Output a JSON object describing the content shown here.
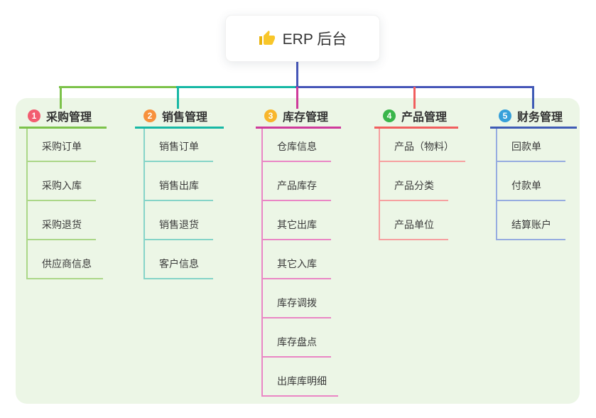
{
  "title": {
    "icon": "thumbs-up",
    "text": "ERP 后台"
  },
  "root_connector_color": "#4656b8",
  "bus_segment_colors": [
    "#7cc24a",
    "#17b8a5",
    "#4656b8"
  ],
  "branches": [
    {
      "badge": "1",
      "label": "采购管理",
      "badge_color": "#f25c70",
      "line_color": "#7cc24a",
      "child_line_color": "#abd788",
      "children": [
        "采购订单",
        "采购入库",
        "采购退货",
        "供应商信息"
      ]
    },
    {
      "badge": "2",
      "label": "销售管理",
      "badge_color": "#f7913d",
      "line_color": "#17b8a5",
      "child_line_color": "#85d4c8",
      "children": [
        "销售订单",
        "销售出库",
        "销售退货",
        "客户信息"
      ]
    },
    {
      "badge": "3",
      "label": "库存管理",
      "badge_color": "#f8b62c",
      "line_color": "#cf3a9b",
      "child_line_color": "#ea86c5",
      "children": [
        "仓库信息",
        "产品库存",
        "其它出库",
        "其它入库",
        "库存调拨",
        "库存盘点",
        "出库库明细"
      ]
    },
    {
      "badge": "4",
      "label": "产品管理",
      "badge_color": "#39b54a",
      "line_color": "#f15e5e",
      "child_line_color": "#f6a0a0",
      "children": [
        "产品（物料）",
        "产品分类",
        "产品单位"
      ]
    },
    {
      "badge": "5",
      "label": "财务管理",
      "badge_color": "#36a0da",
      "line_color": "#3f5bb5",
      "child_line_color": "#96ace0",
      "children": [
        "回款单",
        "付款单",
        "结算账户"
      ]
    }
  ]
}
